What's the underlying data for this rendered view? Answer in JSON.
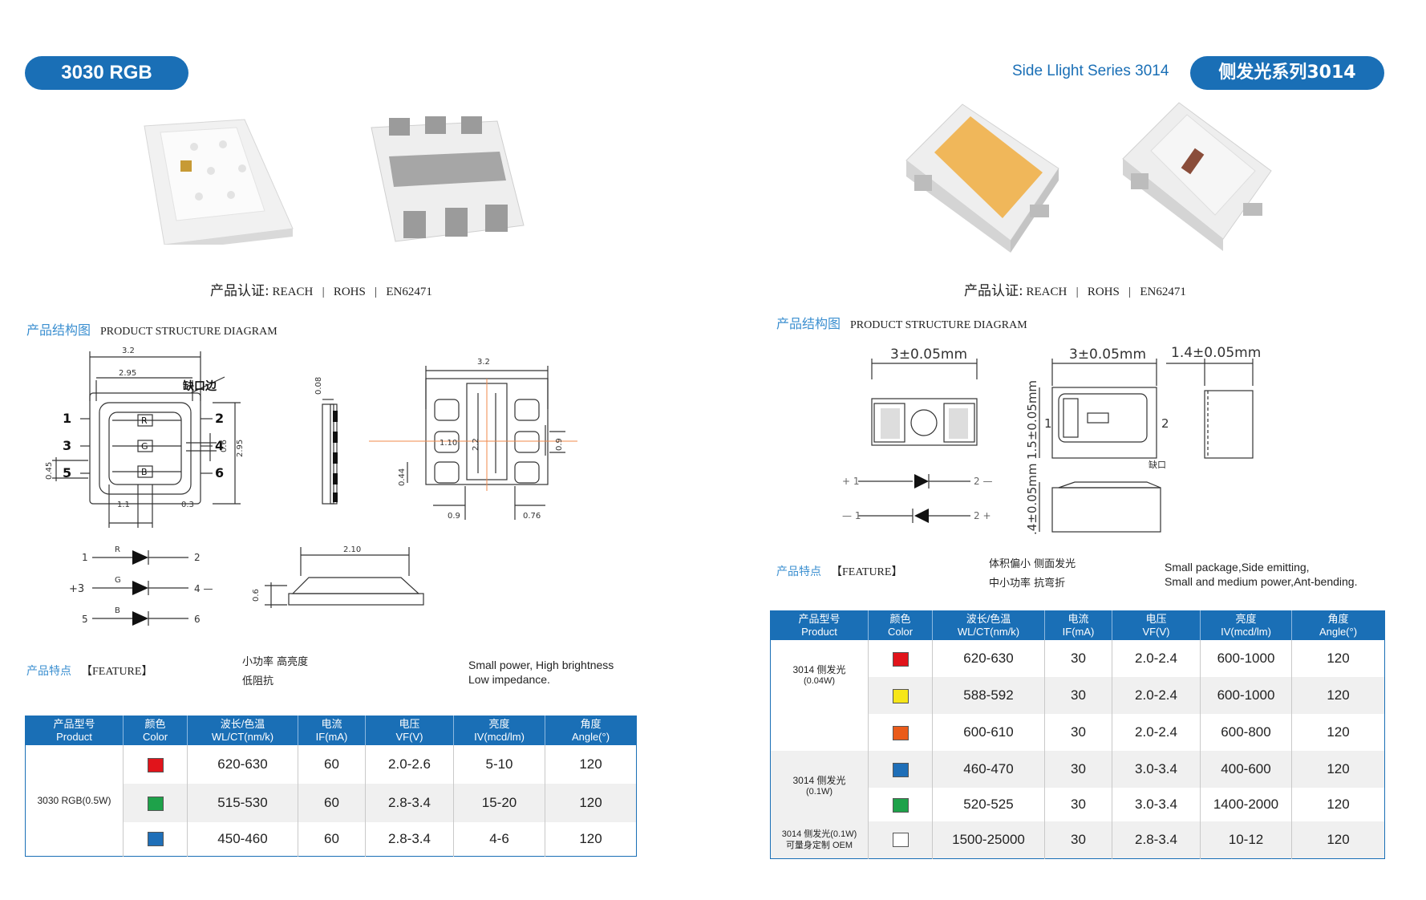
{
  "left": {
    "badge": "3030 RGB",
    "cert": {
      "label": "产品认证:",
      "items": [
        "REACH",
        "ROHS",
        "EN62471"
      ]
    },
    "structure": {
      "cn": "产品结构图",
      "en": "PRODUCT STRUCTURE DIAGRAM"
    },
    "diagram_labels": {
      "w32": "3.2",
      "w295": "2.95",
      "notch": "缺口边",
      "pins": [
        "1",
        "2",
        "3",
        "4",
        "5",
        "6"
      ],
      "chips": [
        "R",
        "G",
        "B"
      ],
      "h295": "2.95",
      "d06": "0.6",
      "d045": "0.45",
      "d11": "1.1",
      "d03": "0.3",
      "side008": "0.08",
      "b32": "3.2",
      "b110": "1.10",
      "b22": "2.2",
      "b09": "0.9",
      "b044": "0.44",
      "b09b": "0.9",
      "b076": "0.76",
      "c210": "2.10",
      "c06": "0.6",
      "sch": {
        "r": "R",
        "g": "G",
        "b": "B",
        "n1": "1",
        "n2": "2",
        "n3": "+3",
        "n4": "4 —",
        "n5": "5",
        "n6": "6"
      }
    },
    "feature": {
      "cn": "产品特点",
      "en": "【FEATURE】",
      "desc_cn": [
        "小功率 高亮度",
        "低阻抗"
      ],
      "desc_en": [
        "Small power, High brightness",
        "Low impedance."
      ]
    },
    "table": {
      "headers": [
        [
          "产品型号",
          "Product"
        ],
        [
          "颜色",
          "Color"
        ],
        [
          "波长/色温",
          "WL/CT(nm/k)"
        ],
        [
          "电流",
          "IF(mA)"
        ],
        [
          "电压",
          "VF(V)"
        ],
        [
          "亮度",
          "IV(mcd/lm)"
        ],
        [
          "角度",
          "Angle(°)"
        ]
      ],
      "product": "3030 RGB(0.5W)",
      "rows": [
        {
          "color": "#e1141b",
          "wl": "620-630",
          "if": "60",
          "vf": "2.0-2.6",
          "iv": "5-10",
          "angle": "120"
        },
        {
          "color": "#1ea24a",
          "wl": "515-530",
          "if": "60",
          "vf": "2.8-3.4",
          "iv": "15-20",
          "angle": "120"
        },
        {
          "color": "#1f6fb8",
          "wl": "450-460",
          "if": "60",
          "vf": "2.8-3.4",
          "iv": "4-6",
          "angle": "120"
        }
      ]
    }
  },
  "right": {
    "subtitle": "Side Llight Series 3014",
    "badge": "侧发光系列3014",
    "cert": {
      "label": "产品认证:",
      "items": [
        "REACH",
        "ROHS",
        "EN62471"
      ]
    },
    "structure": {
      "cn": "产品结构图",
      "en": "PRODUCT STRUCTURE DIAGRAM"
    },
    "diagram_labels": {
      "d1": "3±0.05mm",
      "d2": "3±0.05mm",
      "d3": "1.4±0.05mm",
      "h1": "1.5±0.05mm",
      "h2": ".4±0.05mm",
      "pin1": "1",
      "pin2": "2",
      "notch": "缺口",
      "s1a": "+ 1",
      "s1b": "2 —",
      "s2a": "— 1",
      "s2b": "2 +"
    },
    "feature": {
      "cn": "产品特点",
      "en": "【FEATURE】",
      "desc_cn": [
        "体积偏小  侧面发光",
        "中小功率  抗弯折"
      ],
      "desc_en": [
        "Small package,Side emitting,",
        "Small and medium power,Ant-bending."
      ]
    },
    "table": {
      "headers": [
        [
          "产品型号",
          "Product"
        ],
        [
          "颜色",
          "Color"
        ],
        [
          "波长/色温",
          "WL/CT(nm/k)"
        ],
        [
          "电流",
          "IF(mA)"
        ],
        [
          "电压",
          "VF(V)"
        ],
        [
          "亮度",
          "IV(mcd/lm)"
        ],
        [
          "角度",
          "Angle(°)"
        ]
      ],
      "groups": [
        {
          "product": "3014 侧发光",
          "power": "(0.04W)"
        },
        {
          "product": "3014 侧发光",
          "power": "(0.1W)"
        },
        {
          "product": "3014 侧发光(0.1W)",
          "power": "可量身定制 OEM"
        }
      ],
      "rows": [
        {
          "color": "#e1141b",
          "wl": "620-630",
          "if": "30",
          "vf": "2.0-2.4",
          "iv": "600-1000",
          "angle": "120"
        },
        {
          "color": "#f6e619",
          "wl": "588-592",
          "if": "30",
          "vf": "2.0-2.4",
          "iv": "600-1000",
          "angle": "120"
        },
        {
          "color": "#ea5b1a",
          "wl": "600-610",
          "if": "30",
          "vf": "2.0-2.4",
          "iv": "600-800",
          "angle": "120"
        },
        {
          "color": "#1f6fb8",
          "wl": "460-470",
          "if": "30",
          "vf": "3.0-3.4",
          "iv": "400-600",
          "angle": "120"
        },
        {
          "color": "#1ea24a",
          "wl": "520-525",
          "if": "30",
          "vf": "3.0-3.4",
          "iv": "1400-2000",
          "angle": "120"
        },
        {
          "color": "#ffffff",
          "wl": "1500-25000",
          "if": "30",
          "vf": "2.8-3.4",
          "iv": "10-12",
          "angle": "120"
        }
      ]
    }
  }
}
